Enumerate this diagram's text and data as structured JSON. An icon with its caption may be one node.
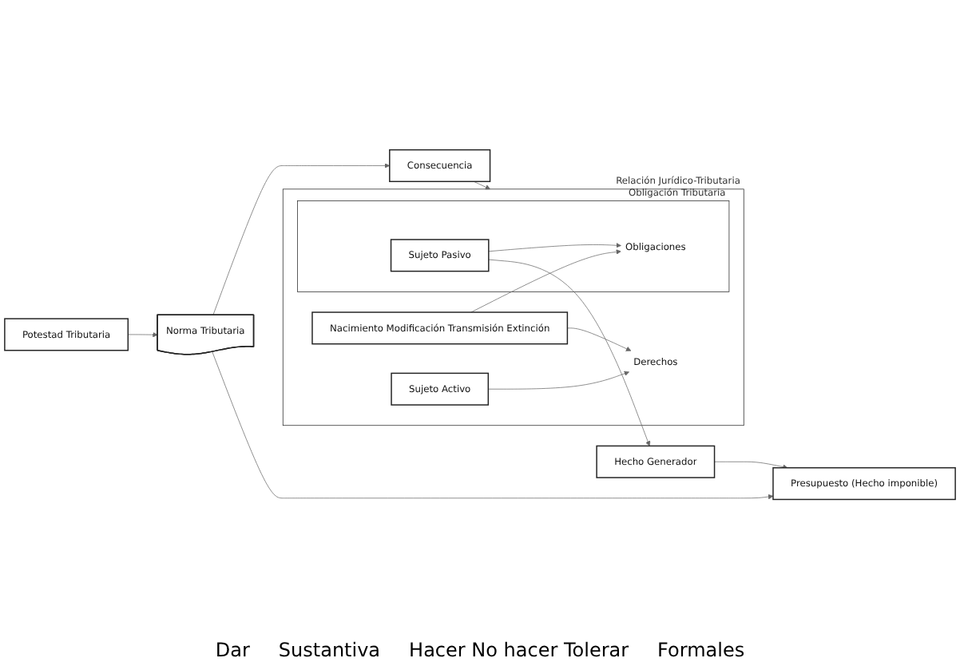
{
  "diagram": {
    "nodes": [
      {
        "text": [
          "Potestad Tributaria"
        ]
      },
      {
        "text": [
          "Norma Tributaria"
        ]
      },
      {
        "text": [
          "Presupuesto (Hecho imponible)"
        ]
      },
      {
        "text": [
          "Consecuencia"
        ]
      },
      {
        "text": [
          "Hecho Generador"
        ]
      },
      {
        "text": [
          "Relación Jurídico-Tributaria"
        ]
      },
      {
        "text": [
          "Sujeto Activo"
        ],
        "in": 5
      },
      {
        "text": [
          "Derechos"
        ],
        "in": 5
      },
      {
        "text": [
          "Nacimiento Modificación Transmisión Extinción"
        ],
        "in": 5
      },
      {
        "text": [
          "Obligación Tributaria"
        ],
        "in": 5
      },
      {
        "text": [
          "Obligaciones"
        ],
        "in": 9
      },
      {
        "text": [
          "Sujeto Pasivo"
        ],
        "in": 9
      }
    ],
    "edges": [
      {
        "from": 0,
        "to": 1,
        "arrow": "to"
      },
      {
        "from": 1,
        "to": 2,
        "arrow": "to"
      },
      {
        "from": 1,
        "to": 3,
        "arrow": "to"
      },
      {
        "from": 3,
        "to": 5,
        "arrow": "to"
      },
      {
        "from": 4,
        "to": 2,
        "arrow": "to"
      },
      {
        "from": 11,
        "to": 4,
        "arrow": "to"
      },
      {
        "from": 6,
        "to": 7,
        "arrow": "to"
      },
      {
        "from": 8,
        "to": 7,
        "arrow": "to"
      },
      {
        "from": 8,
        "to": 10,
        "arrow": "to"
      },
      {
        "from": 11,
        "to": 10,
        "arrow": "to"
      }
    ],
    "labels": [
      "Dar",
      "Sustantiva",
      "Hacer No hacer Tolerar",
      "Formales"
    ]
  }
}
